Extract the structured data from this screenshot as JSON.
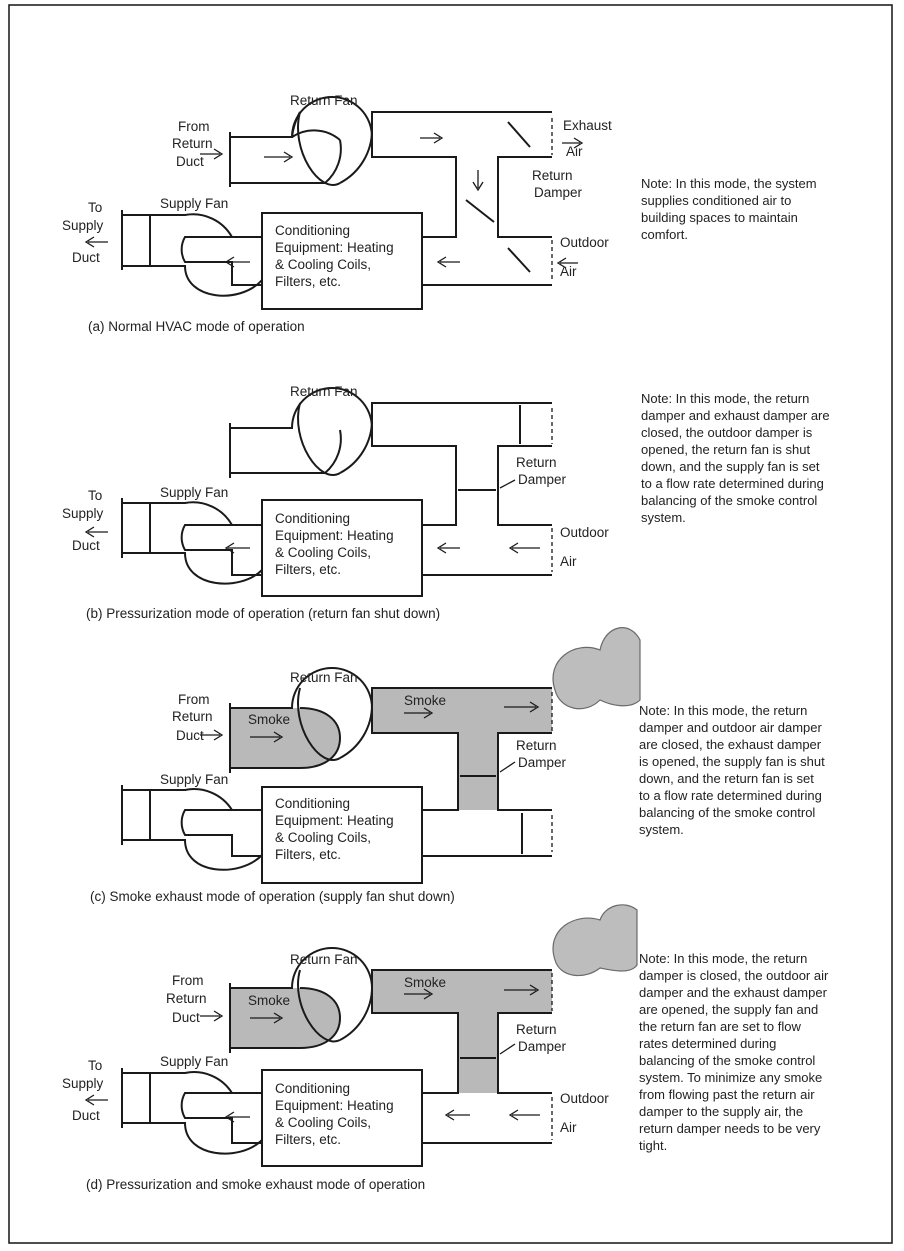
{
  "labels": {
    "return_fan": "Return Fan",
    "supply_fan": "Supply Fan",
    "from": "From",
    "return": "Return",
    "duct": "Duct",
    "to": "To",
    "supply": "Supply",
    "exhaust": "Exhaust",
    "air": "Air",
    "outdoor": "Outdoor",
    "damper": "Damper",
    "smoke": "Smoke",
    "equip_line1": "Conditioning",
    "equip_line2": "Equipment: Heating",
    "equip_line3": "& Cooling Coils,",
    "equip_line4": "Filters, etc."
  },
  "panels": [
    {
      "caption": "(a) Normal HVAC mode of operation",
      "note": [
        "Note: In this mode, the system",
        "supplies conditioned air to",
        "building spaces to maintain",
        "comfort."
      ]
    },
    {
      "caption": "(b) Pressurization mode of operation (return fan shut down)",
      "note": [
        "Note: In this mode, the return",
        "damper and exhaust damper are",
        "closed, the outdoor damper is",
        "opened, the return fan is shut",
        "down, and the supply fan is set",
        "to a flow rate determined during",
        "balancing of the smoke control",
        "system."
      ]
    },
    {
      "caption": "(c) Smoke exhaust mode of operation (supply fan shut down)",
      "note": [
        "Note: In this mode, the return",
        "damper and outdoor air damper",
        "are closed, the exhaust damper",
        "is opened, the supply fan is shut",
        "down, and the return fan is set",
        "to a flow rate determined during",
        "balancing of the smoke control",
        "system."
      ]
    },
    {
      "caption": "(d) Pressurization and smoke exhaust mode of operation",
      "note": [
        "Note: In this mode, the return",
        "damper is closed, the outdoor air",
        "damper and the exhaust damper",
        "are opened, the supply fan and",
        "the return fan are set to flow",
        "rates determined during",
        "balancing of the smoke control",
        "system. To minimize any smoke",
        "from flowing past the return air",
        "damper to the supply air, the",
        "return damper needs to be very",
        "tight."
      ]
    }
  ]
}
